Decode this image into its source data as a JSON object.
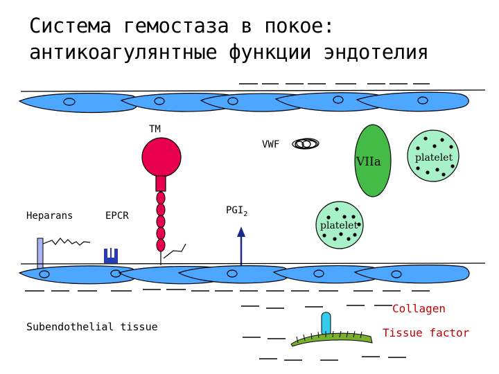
{
  "title": {
    "line1": "Система гемостаза в покое:",
    "line2": "антикоагулянтные функции эндотелия"
  },
  "labels": {
    "tm": "TM",
    "vwf": "VWF",
    "viia": "VIIa",
    "platelet_top": "platelet",
    "platelet_mid": "platelet",
    "heparans": "Heparans",
    "epcr": "EPCR",
    "pgi": "PGI",
    "pgi_sub": "2",
    "collagen": "Collagen",
    "tissue_factor": "Tissue factor",
    "subendothelial": "Subendothelial tissue"
  },
  "colors": {
    "cell": "#4da6ff",
    "tm_head": "#e8004f",
    "viia": "#44bb44",
    "platelet": "#a8f0c8",
    "collagen_text": "#c00000",
    "tf_stem": "#33ccee",
    "tf_base": "#7ab030",
    "pgi_arrow": "#1a2a8a",
    "epcr": "#2a3ab0",
    "heparan": "#aab4f0"
  }
}
